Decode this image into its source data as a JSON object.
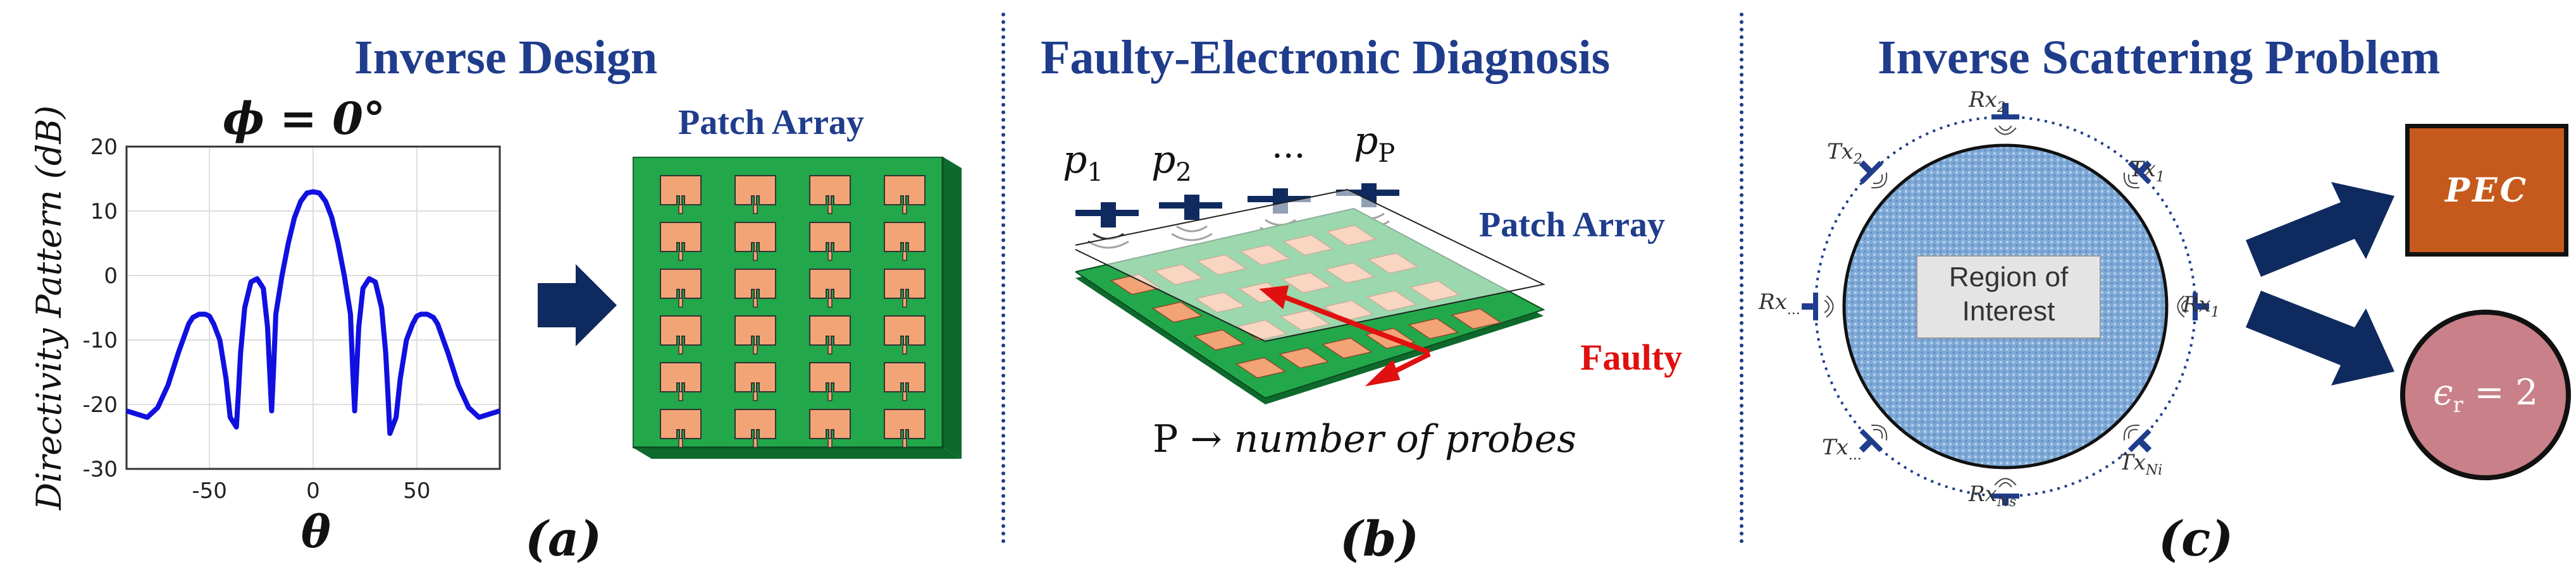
{
  "panel_a": {
    "title": "Inverse Design",
    "phi_label": "ϕ = 0°",
    "theta_label": "θ",
    "patch_label": "Patch Array",
    "caption": "(a)"
  },
  "panel_b": {
    "title": "Faulty-Electronic Diagnosis",
    "probes": [
      "p",
      "p",
      "...",
      "p"
    ],
    "probe_subs": [
      "1",
      "2",
      "",
      "P"
    ],
    "patch_label": "Patch Array",
    "faulty_label": "Faulty",
    "formula_prefix": "P → ",
    "formula_text": "number of probes",
    "caption": "(b)"
  },
  "panel_c": {
    "title": "Inverse Scattering Problem",
    "roi_line1": "Region of",
    "roi_line2": "Interest",
    "pec_label": "PEC",
    "epsilon_label": "ϵ",
    "epsilon_sub": "r",
    "epsilon_value": " = 2",
    "antennas": {
      "rx2": "Rx",
      "rx2_sub": "2",
      "tx1": "Tx",
      "tx1_sub": "1",
      "tx2": "Tx",
      "tx2_sub": "2",
      "rx1": "Rx",
      "rx1_sub": "1",
      "rxdots": "Rx",
      "rxdots_sub": "...",
      "txdots": "Tx",
      "txdots_sub": "...",
      "txni": "Tx",
      "txni_sub": "Ni",
      "rxns": "Rx",
      "rxns_sub": "Ns"
    },
    "caption": "(c)"
  },
  "chart_data": {
    "type": "line",
    "ylabel": "Directivity Pattern (dB)",
    "xlabel": "θ",
    "xlim": [
      -90,
      90
    ],
    "ylim": [
      -30,
      20
    ],
    "xticks": [
      "-50",
      "0",
      "50"
    ],
    "yticks": [
      "20",
      "10",
      "0",
      "-10",
      "-20",
      "-30"
    ],
    "grid": true,
    "colors": {
      "line": "#1010e0"
    },
    "x": [
      -90,
      -85,
      -80,
      -75,
      -70,
      -65,
      -60,
      -58,
      -55,
      -52,
      -50,
      -48,
      -45,
      -42,
      -40,
      -37,
      -36,
      -35,
      -33,
      -30,
      -27,
      -24,
      -22,
      -20,
      -19,
      -18,
      -15,
      -12,
      -9,
      -6,
      -3,
      0,
      3,
      6,
      9,
      12,
      15,
      18,
      19,
      20,
      22,
      24,
      27,
      30,
      33,
      35,
      36,
      37,
      40,
      42,
      45,
      48,
      50,
      52,
      55,
      58,
      60,
      65,
      70,
      75,
      80,
      85,
      90
    ],
    "y": [
      -21,
      -21.5,
      -22,
      -20.5,
      -17,
      -12,
      -7.5,
      -6.5,
      -6,
      -6,
      -6.3,
      -7.5,
      -10,
      -16,
      -22,
      -23.5,
      -18,
      -12,
      -5,
      -1,
      -0.5,
      -2,
      -8,
      -21,
      -14,
      -6,
      0,
      5,
      9,
      11.5,
      12.8,
      13,
      12.8,
      11.5,
      9,
      5,
      0,
      -6,
      -14,
      -21,
      -8,
      -2,
      -0.5,
      -1,
      -5,
      -12,
      -18,
      -24.5,
      -22,
      -16,
      -10,
      -7.5,
      -6.3,
      -6,
      -6,
      -6.5,
      -7.5,
      -12,
      -17,
      -20.5,
      -22,
      -21.5,
      -21
    ]
  }
}
